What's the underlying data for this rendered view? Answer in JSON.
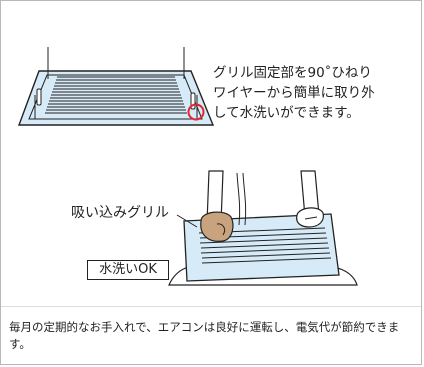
{
  "callout": {
    "lines": [
      "グリル固定部を90˚ひねり",
      "ワイヤーから簡単に取り外",
      "して水洗いができます。"
    ]
  },
  "grille_label": "吸い込みグリル",
  "wash_badge": "水洗いOK",
  "footer_note": "毎月の定期的なお手入れで、エアコンは良好に運転し、電気代が節約できます。",
  "colors": {
    "panel_fill": "#d6ebf7",
    "outline": "#222222",
    "highlight_circle": "#e0262f",
    "hand_fill": "#ffffff",
    "hand_shadow": "#c9a37e"
  }
}
